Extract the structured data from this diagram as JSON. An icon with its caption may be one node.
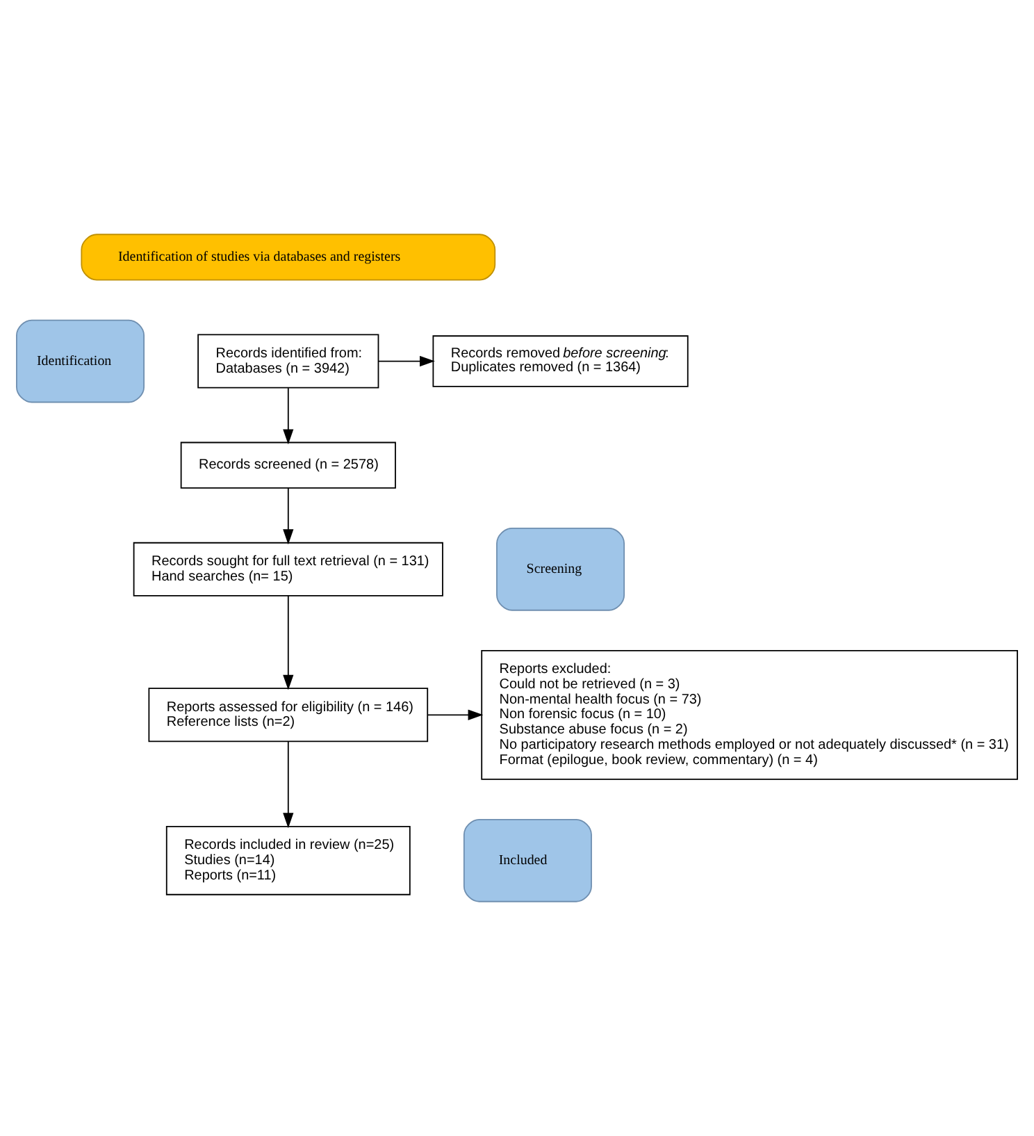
{
  "diagram": {
    "nodes": [
      {
        "text": [
          "Identification of studies via databases and registers"
        ]
      },
      {
        "text": [
          "Identification"
        ]
      },
      {
        "text": [
          "Screening"
        ]
      },
      {
        "text": [
          "Included"
        ]
      },
      {
        "text": [
          "Records identified from:",
          "Databases (n = 3942)"
        ]
      },
      {
        "text": [
          "Records removed *before screening*:",
          "Duplicates removed (n = 1364)"
        ]
      },
      {
        "text": [
          "Records screened (n = 2578)"
        ]
      },
      {
        "text": [
          "Records sought for full text retrieval (n = 131)",
          "Hand searches (n= 15)"
        ]
      },
      {
        "text": [
          "Reports assessed for eligibility (n = 146)",
          "Reference lists (n=2)"
        ]
      },
      {
        "text": [
          "Reports excluded:",
          "Could not be retrieved (n = 3)",
          "Non-mental health focus (n = 73)",
          "Non forensic focus (n = 10)",
          "Substance abuse focus (n = 2)",
          "No participatory research methods employed or not adequately discussed* (n = 31)",
          "Format (epilogue, book review, commentary) (n = 4)"
        ]
      },
      {
        "text": [
          "Records included in review (n=25)",
          "Studies (n=14)",
          "Reports (n=11)"
        ]
      }
    ],
    "edges": [
      {
        "from": 4,
        "to": 5,
        "arrow": "to"
      },
      {
        "from": 4,
        "to": 6,
        "arrow": "to"
      },
      {
        "from": 6,
        "to": 7,
        "arrow": "to"
      },
      {
        "from": 7,
        "to": 8,
        "arrow": "to"
      },
      {
        "from": 8,
        "to": 9,
        "arrow": "to"
      },
      {
        "from": 8,
        "to": 10,
        "arrow": "to"
      }
    ]
  }
}
